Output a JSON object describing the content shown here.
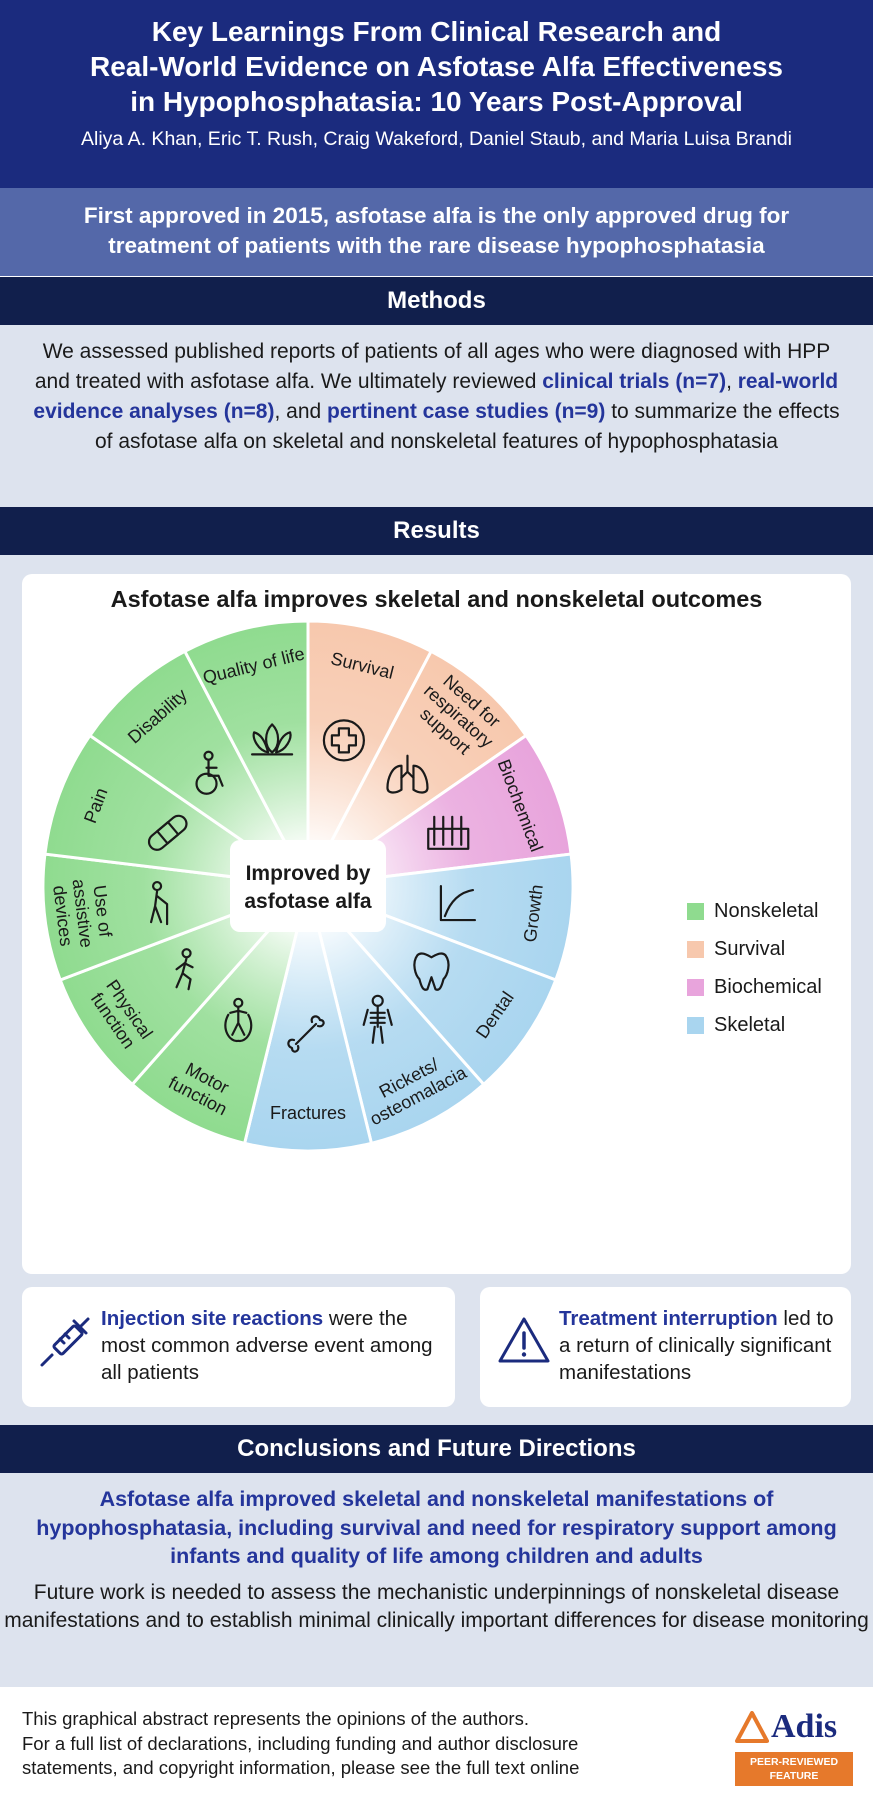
{
  "header": {
    "title_lines": [
      "Key Learnings From Clinical Research and",
      "Real-World Evidence on Asfotase Alfa Effectiveness",
      "in Hypophosphatasia: 10 Years Post-Approval"
    ],
    "authors": "Aliya A. Khan, Eric T. Rush, Craig Wakeford, Daniel Staub, and Maria Luisa Brandi"
  },
  "intro": {
    "lines": [
      "First approved in 2015, asfotase alfa is the only approved drug for",
      "treatment of patients with the rare disease hypophosphatasia"
    ]
  },
  "methods": {
    "heading": "Methods",
    "text_before": "We assessed published reports of patients of all ages who were diagnosed with HPP and treated with asfotase alfa. We ultimately reviewed ",
    "highlight_1": "clinical trials (n=7)",
    "sep_1": ", ",
    "highlight_2": "real-world evidence analyses (n=8)",
    "sep_2": ", and ",
    "highlight_3": "pertinent case studies (n=9)",
    "text_after": " to summarize the effects of asfotase alfa on skeletal and nonskeletal features of hypophosphatasia"
  },
  "results": {
    "heading": "Results",
    "wheel_title": "Asfotase alfa improves skeletal and nonskeletal outcomes",
    "center_lines": [
      "Improved by",
      "asfotase alfa"
    ],
    "categories": {
      "nonskeletal": {
        "label": "Nonskeletal",
        "color": "#8fdb8f"
      },
      "survival": {
        "label": "Survival",
        "color": "#f7c8ad"
      },
      "biochemical": {
        "label": "Biochemical",
        "color": "#e8a4dc"
      },
      "skeletal": {
        "label": "Skeletal",
        "color": "#a9d5ef"
      }
    },
    "segments": [
      {
        "lines": [
          "Survival"
        ],
        "category": "survival",
        "icon": "medical-cross-icon"
      },
      {
        "lines": [
          "Need for",
          "respiratory",
          "support"
        ],
        "category": "survival",
        "icon": "lungs-icon"
      },
      {
        "lines": [
          "Biochemical"
        ],
        "category": "biochemical",
        "icon": "test-tubes-icon"
      },
      {
        "lines": [
          "Growth"
        ],
        "category": "skeletal",
        "icon": "growth-curve-icon"
      },
      {
        "lines": [
          "Dental"
        ],
        "category": "skeletal",
        "icon": "tooth-icon"
      },
      {
        "lines": [
          "Rickets/",
          "osteomalacia"
        ],
        "category": "skeletal",
        "icon": "skeleton-icon"
      },
      {
        "lines": [
          "Fractures"
        ],
        "category": "skeletal",
        "icon": "bone-icon"
      },
      {
        "lines": [
          "Motor",
          "function"
        ],
        "category": "nonskeletal",
        "icon": "jump-rope-icon"
      },
      {
        "lines": [
          "Physical",
          "function"
        ],
        "category": "nonskeletal",
        "icon": "walking-person-icon"
      },
      {
        "lines": [
          "Use of",
          "assistive",
          "devices"
        ],
        "category": "nonskeletal",
        "icon": "cane-person-icon"
      },
      {
        "lines": [
          "Pain"
        ],
        "category": "nonskeletal",
        "icon": "bandage-icon"
      },
      {
        "lines": [
          "Disability"
        ],
        "category": "nonskeletal",
        "icon": "wheelchair-icon"
      },
      {
        "lines": [
          "Quality of life"
        ],
        "category": "nonskeletal",
        "icon": "lotus-icon"
      }
    ],
    "legend": [
      "nonskeletal",
      "survival",
      "biochemical",
      "skeletal"
    ],
    "notes": [
      {
        "highlight": "Injection site reactions",
        "rest": " were the most common adverse event among all patients",
        "icon": "syringe-icon"
      },
      {
        "highlight": "Treatment interruption",
        "rest": " led to a return of clinically significant manifestations",
        "icon": "warning-icon"
      }
    ]
  },
  "conclusions": {
    "heading": "Conclusions and Future Directions",
    "main": "Asfotase alfa improved skeletal and nonskeletal manifestations of hypophosphatasia, including survival and need for respiratory support among infants and quality of life among children and adults",
    "sub": "Future work is needed to assess the mechanistic underpinnings of nonskeletal disease manifestations and to establish minimal clinically important differences for disease monitoring"
  },
  "footer": {
    "lines": [
      "This graphical abstract represents the opinions of the authors.",
      "For a full list of declarations, including funding and author disclosure",
      "statements, and copyright information, please see the full text online"
    ],
    "brand": "Adis",
    "badge_lines": [
      "PEER-REVIEWED",
      "FEATURE"
    ]
  }
}
